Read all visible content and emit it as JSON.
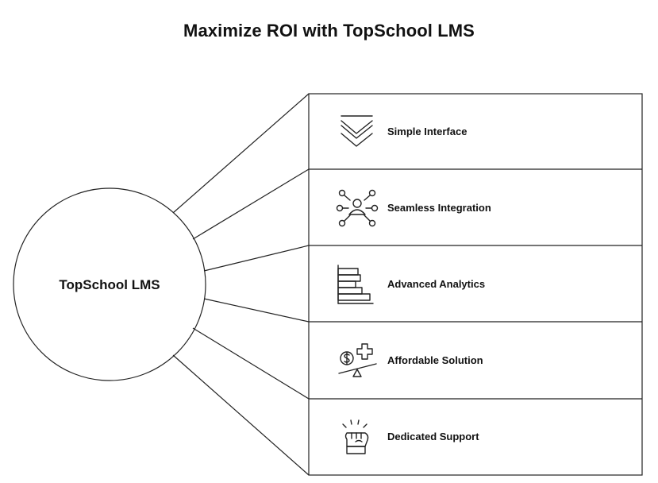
{
  "title": "Maximize ROI with TopSchool LMS",
  "center": {
    "label": "TopSchool LMS"
  },
  "features": [
    {
      "label": "Simple Interface",
      "icon": "double-chevron-down-icon"
    },
    {
      "label": "Seamless Integration",
      "icon": "network-user-icon"
    },
    {
      "label": "Advanced Analytics",
      "icon": "bar-chart-icon"
    },
    {
      "label": "Affordable Solution",
      "icon": "dollar-balance-icon"
    },
    {
      "label": "Dedicated Support",
      "icon": "raised-fist-icon"
    }
  ]
}
